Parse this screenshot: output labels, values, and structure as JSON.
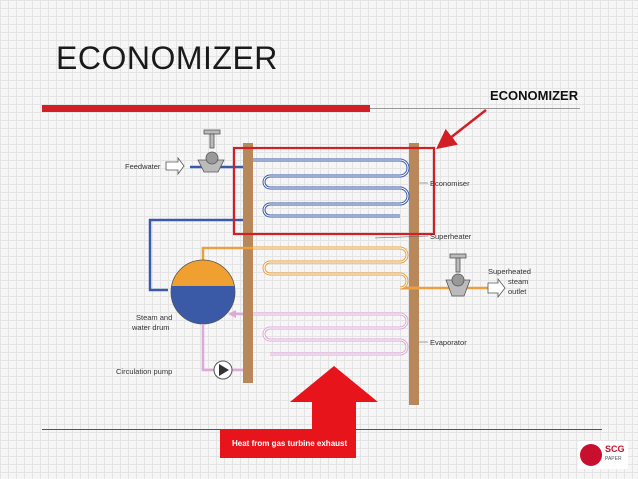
{
  "slide": {
    "title": "ECONOMIZER",
    "callout": "ECONOMIZER"
  },
  "diagram": {
    "labels": {
      "feedwater": "Feedwater",
      "economiser": "Economiser",
      "superheater": "Superheater",
      "superheated_1": "Superheated",
      "superheated_2": "steam",
      "superheated_3": "outlet",
      "drum_1": "Steam and",
      "drum_2": "water drum",
      "evaporator": "Evaporator",
      "pump": "Circulation pump",
      "heat": "Heat from gas turbine exhaust"
    },
    "colors": {
      "economiser_coil": "#3a5aa8",
      "superheater_coil": "#e8a040",
      "evaporator_coil": "#e0a8d8",
      "column": "#b8875a",
      "highlight": "#d21f26",
      "heat_arrow": "#e8141c",
      "drum_steam": "#f0a030",
      "drum_water": "#3a5aa8"
    }
  },
  "logo": {
    "text": "SCG",
    "sub": "PAPER"
  }
}
